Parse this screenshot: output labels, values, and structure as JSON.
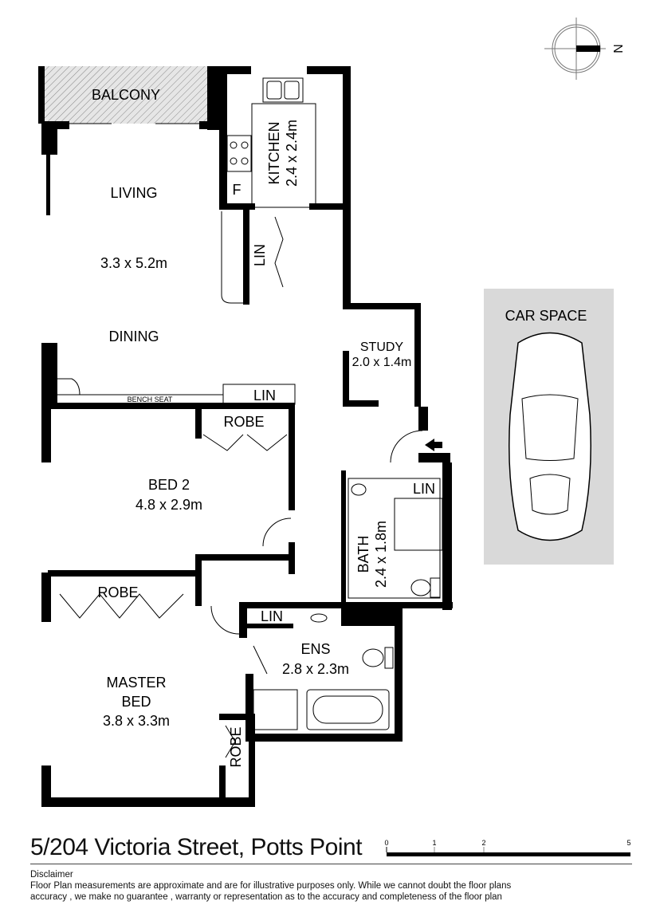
{
  "address": "5/204 Victoria Street, Potts Point",
  "compass": {
    "label": "N"
  },
  "rooms": {
    "balcony": "BALCONY",
    "kitchen": "KITCHEN",
    "kitchen_size": "2.4 x 2.4m",
    "fridge": "F",
    "living": "LIVING",
    "living_size": "3.3 x 5.2m",
    "dining": "DINING",
    "lin_hall": "LIN",
    "study": "STUDY",
    "study_size": "2.0 x 1.4m",
    "bench_seat": "BENCH SEAT",
    "lin_dining": "LIN",
    "robe_bed2": "ROBE",
    "bed2": "BED 2",
    "bed2_size": "4.8 x 2.9m",
    "lin_bath": "LIN",
    "bath": "BATH",
    "bath_size": "2.4 x 1.8m",
    "robe_master": "ROBE",
    "lin_ens": "LIN",
    "ens": "ENS",
    "ens_size": "2.8 x 2.3m",
    "master": "MASTER",
    "master2": "BED",
    "master_size": "3.8 x 3.3m",
    "robe_small": "ROBE",
    "car_space": "CAR SPACE"
  },
  "scale_bar": {
    "ticks": [
      "0",
      "1",
      "2",
      "5"
    ]
  },
  "disclaimer": {
    "heading": "Disclaimer",
    "line1": "Floor Plan measurements are approximate and are for illustrative purposes only. While we cannot doubt the floor plans",
    "line2": "accuracy , we make no guarantee , warranty or representation as to the accuracy and completeness of the floor plan"
  }
}
